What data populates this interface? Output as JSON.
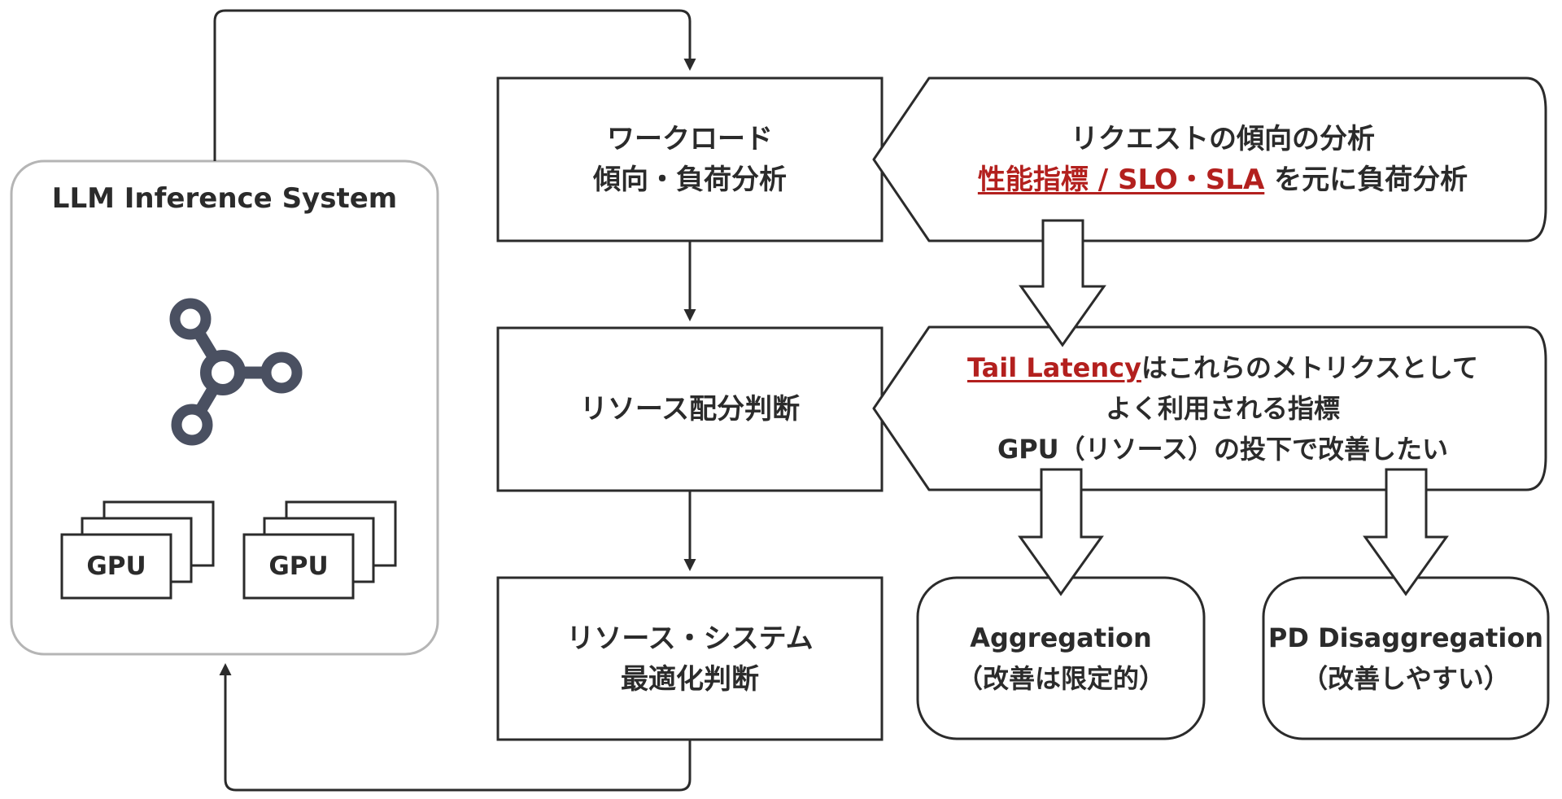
{
  "system": {
    "title": "LLM Inference System",
    "icon": "network-hub-icon",
    "gpu_label": "GPU"
  },
  "flow": {
    "step1": [
      "ワークロード",
      "傾向・負荷分析"
    ],
    "step2": "リソース配分判断",
    "step3": [
      "リソース・システム",
      "最適化判断"
    ]
  },
  "callouts": {
    "c1": {
      "line1": "リクエストの傾向の分析",
      "highlight": "性能指標 / SLO・SLA",
      "line2_rest": " を元に負荷分析"
    },
    "c2": {
      "highlight": "Tail Latency",
      "line1_rest": "はこれらのメトリクスとして",
      "line2": "よく利用される指標",
      "line3": "GPU（リソース）の投下で改善したい"
    }
  },
  "outcomes": {
    "aggregation": {
      "title": "Aggregation",
      "note": "（改善は限定的）"
    },
    "pd": {
      "title": "PD Disaggregation",
      "note": "（改善しやすい）"
    }
  },
  "colors": {
    "stroke": "#2b2b2b",
    "panel_border": "#b5b5b5",
    "accent": "#b3201e",
    "icon": "#4a5061"
  }
}
